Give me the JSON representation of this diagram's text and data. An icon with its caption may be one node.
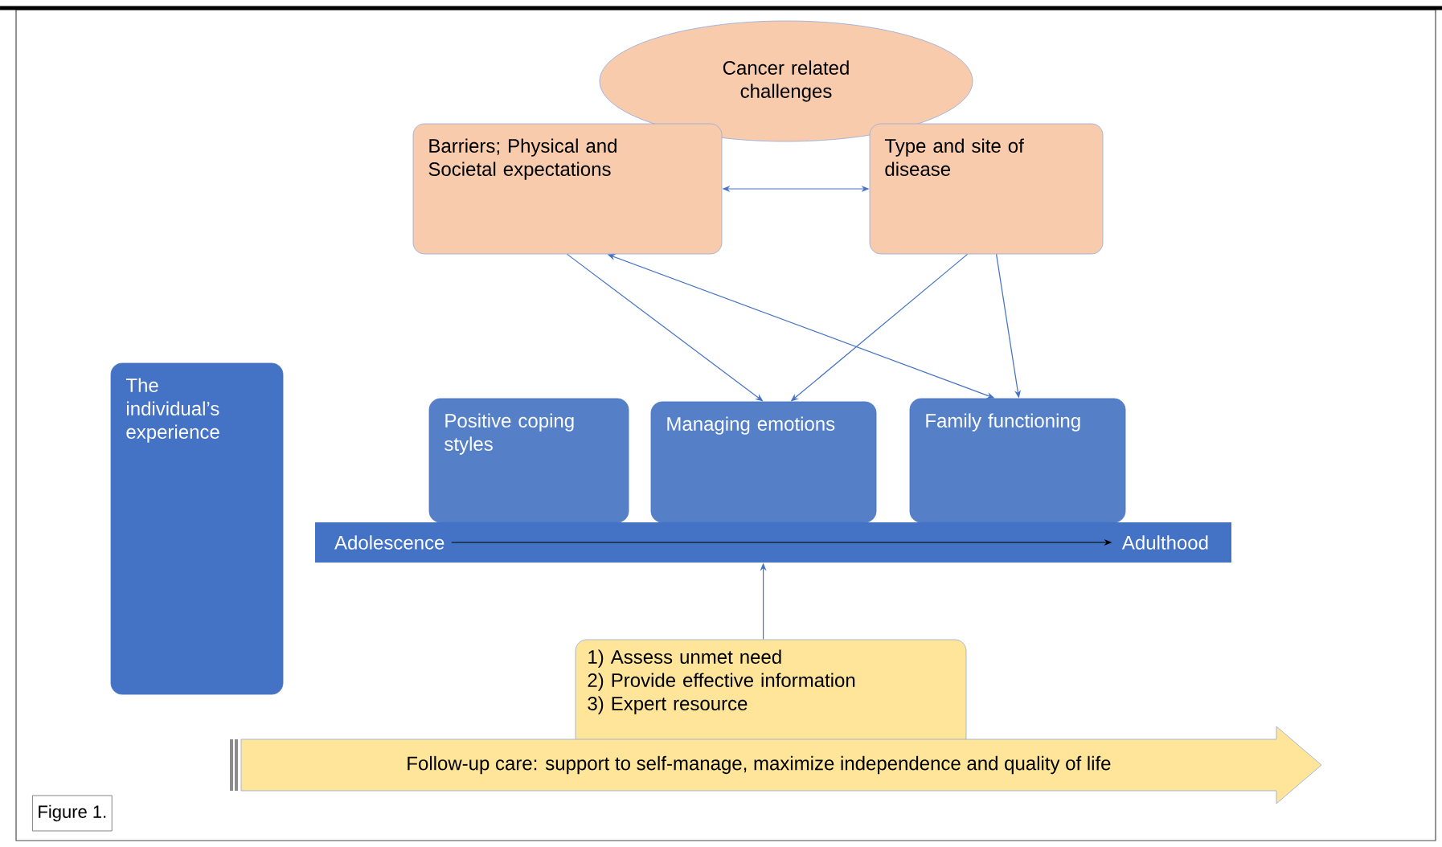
{
  "diagram": {
    "nodes": [
      {
        "text": [
          "Cancer related challenges"
        ]
      },
      {
        "text": [
          "Barriers; Physical and Societal expectations"
        ]
      },
      {
        "text": [
          "Type and site of disease"
        ]
      },
      {
        "text": [
          "The individual’s experience"
        ]
      },
      {
        "text": [
          "Positive coping styles"
        ]
      },
      {
        "text": [
          "Managing emotions"
        ]
      },
      {
        "text": [
          "Family functioning"
        ]
      },
      {
        "text": [],
        "shape": "bar"
      },
      {
        "text": [
          "Adolescence"
        ],
        "in": 7
      },
      {
        "text": [
          "Adulthood"
        ],
        "in": 7
      },
      {
        "text": [
          "1) Assess unmet need",
          "2) Provide effective information",
          "3) Expert resource"
        ]
      },
      {
        "text": [
          "Follow-up care: support to self-manage, maximize independence and quality of life"
        ]
      }
    ],
    "edges": [
      {
        "from": 1,
        "to": 2,
        "arrow": "both"
      },
      {
        "from": 1,
        "to": 5,
        "arrow": "to"
      },
      {
        "from": 6,
        "to": 1,
        "arrow": "both"
      },
      {
        "from": 2,
        "to": 5,
        "arrow": "to"
      },
      {
        "from": 2,
        "to": 6,
        "arrow": "to"
      },
      {
        "from": 8,
        "to": 9,
        "arrow": "to",
        "color": "#000000"
      },
      {
        "from": 10,
        "to": 7,
        "arrow": "to"
      }
    ],
    "labels": [
      "Figure 1."
    ]
  }
}
